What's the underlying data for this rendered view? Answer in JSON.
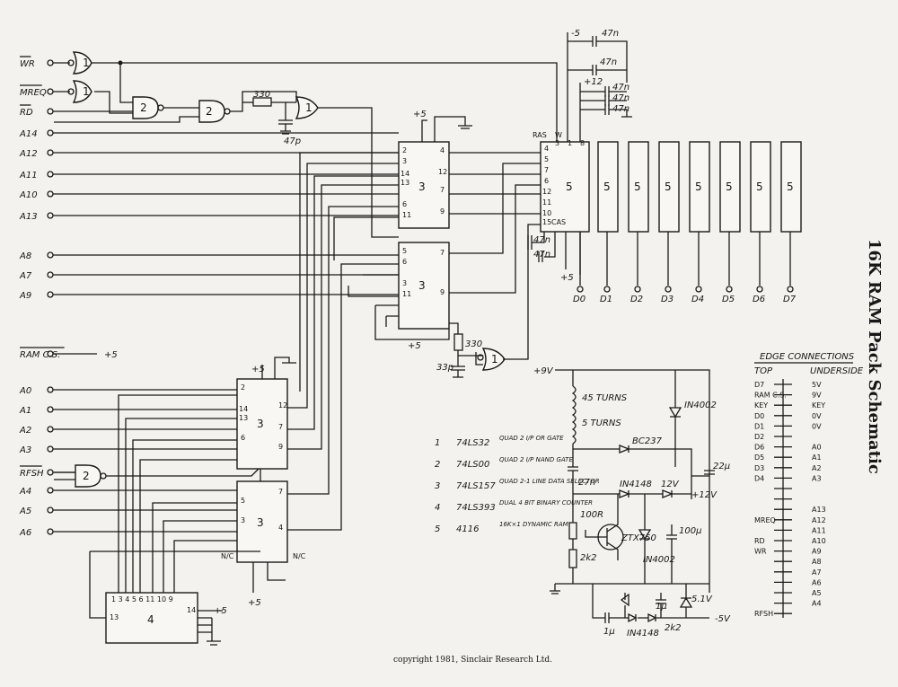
{
  "title": "16K RAM Pack Schematic",
  "copyright": "copyright 1981, Sinclair Research Ltd.",
  "signals_left": [
    "WR",
    "MREQ",
    "RD",
    "A14",
    "A12",
    "A11",
    "A10",
    "A13",
    "A8",
    "A7",
    "A9",
    "RAM C.S.",
    "A0",
    "A1",
    "A2",
    "A3",
    "RFSH",
    "A4",
    "A5",
    "A6"
  ],
  "ram_cs_to": "+5",
  "ram_outputs": [
    "D0",
    "D1",
    "D2",
    "D3",
    "D4",
    "D5",
    "D6",
    "D7"
  ],
  "ram_chip_label": "5",
  "ram_pin_labels": [
    "RAS",
    "W",
    "CAS"
  ],
  "components": {
    "r330": "330",
    "c47p": "47p",
    "c33p": "33p",
    "c47n": "47n",
    "v_plus5": "+5",
    "v_minus5": "-5",
    "v_plus12": "+12",
    "v_in_9": "+9V",
    "v_out_12": "+12V",
    "v_out_m5": "-5V",
    "coil_45": "45 TURNS",
    "coil_5": "5 TURNS",
    "bc": "BC237",
    "zener12": "12V",
    "zener51": "5.1V",
    "in4148": "IN4148",
    "in4002": "IN4002",
    "c22u": "22μ",
    "c100u": "100μ",
    "c27n": "27n",
    "c1u": "1μ",
    "r100": "100R",
    "r2k2": "2k2",
    "q1": "ZTX750",
    "nc": "N/C"
  },
  "legend": [
    {
      "num": "1",
      "part": "74LS32",
      "desc": "QUAD 2 I/P OR GATE"
    },
    {
      "num": "2",
      "part": "74LS00",
      "desc": "QUAD 2 I/P NAND GATE"
    },
    {
      "num": "3",
      "part": "74LS157",
      "desc": "QUAD 2-1 LINE DATA SELECTOR"
    },
    {
      "num": "4",
      "part": "74LS393",
      "desc": "DUAL 4 BIT BINARY COUNTER"
    },
    {
      "num": "5",
      "part": "4116",
      "desc": "16K×1 DYNAMIC RAM"
    }
  ],
  "edge": {
    "title": "EDGE CONNECTIONS",
    "top_label": "TOP",
    "under_label": "UNDERSIDE",
    "top": [
      "D7",
      "RAM C.S.",
      "KEY",
      "D0",
      "D1",
      "D2",
      "D6",
      "D5",
      "D3",
      "D4",
      "",
      "",
      "",
      "MREQ",
      "",
      "RD",
      "WR",
      "",
      "",
      "",
      "",
      "",
      "RFSH"
    ],
    "under": [
      "5V",
      "9V",
      "KEY",
      "0V",
      "0V",
      "",
      "A0",
      "A1",
      "A2",
      "A3",
      "",
      "",
      "A13",
      "A12",
      "A11",
      "A10",
      "A9",
      "A8",
      "A7",
      "A6",
      "A5",
      "A4",
      ""
    ]
  }
}
